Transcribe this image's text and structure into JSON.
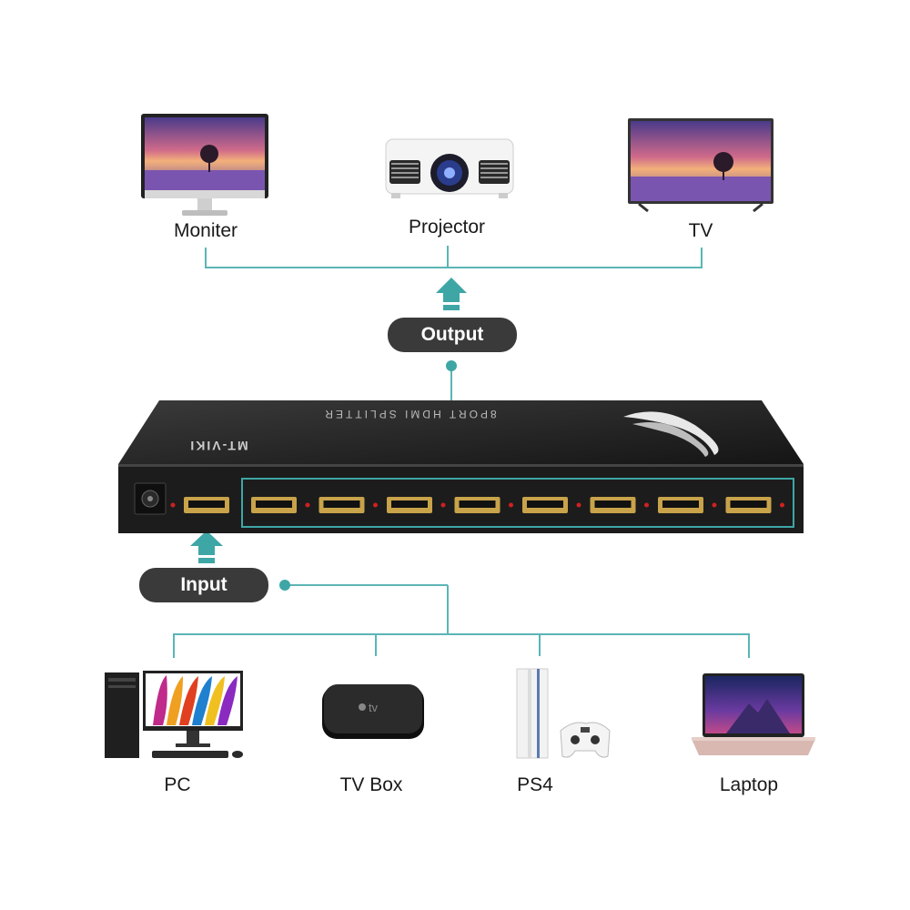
{
  "outputs": [
    {
      "label": "Moniter",
      "icon": "monitor-icon"
    },
    {
      "label": "Projector",
      "icon": "projector-icon"
    },
    {
      "label": "TV",
      "icon": "tv-icon"
    }
  ],
  "inputs": [
    {
      "label": "PC",
      "icon": "pc-icon"
    },
    {
      "label": "TV Box",
      "icon": "tv-box-icon"
    },
    {
      "label": "PS4",
      "icon": "ps4-icon"
    },
    {
      "label": "Laptop",
      "icon": "laptop-icon"
    }
  ],
  "output_badge": "Output",
  "input_badge": "Input",
  "device": {
    "top_text": "8PORT HDMI SPLITTER",
    "brand": "MT-VIKI",
    "tv_logo": "tv"
  },
  "colors": {
    "accent": "#3fa6a6",
    "badge_bg": "#3a3a3a",
    "device_body": "#1f1f1f",
    "port_gold": "#c8a34a"
  }
}
